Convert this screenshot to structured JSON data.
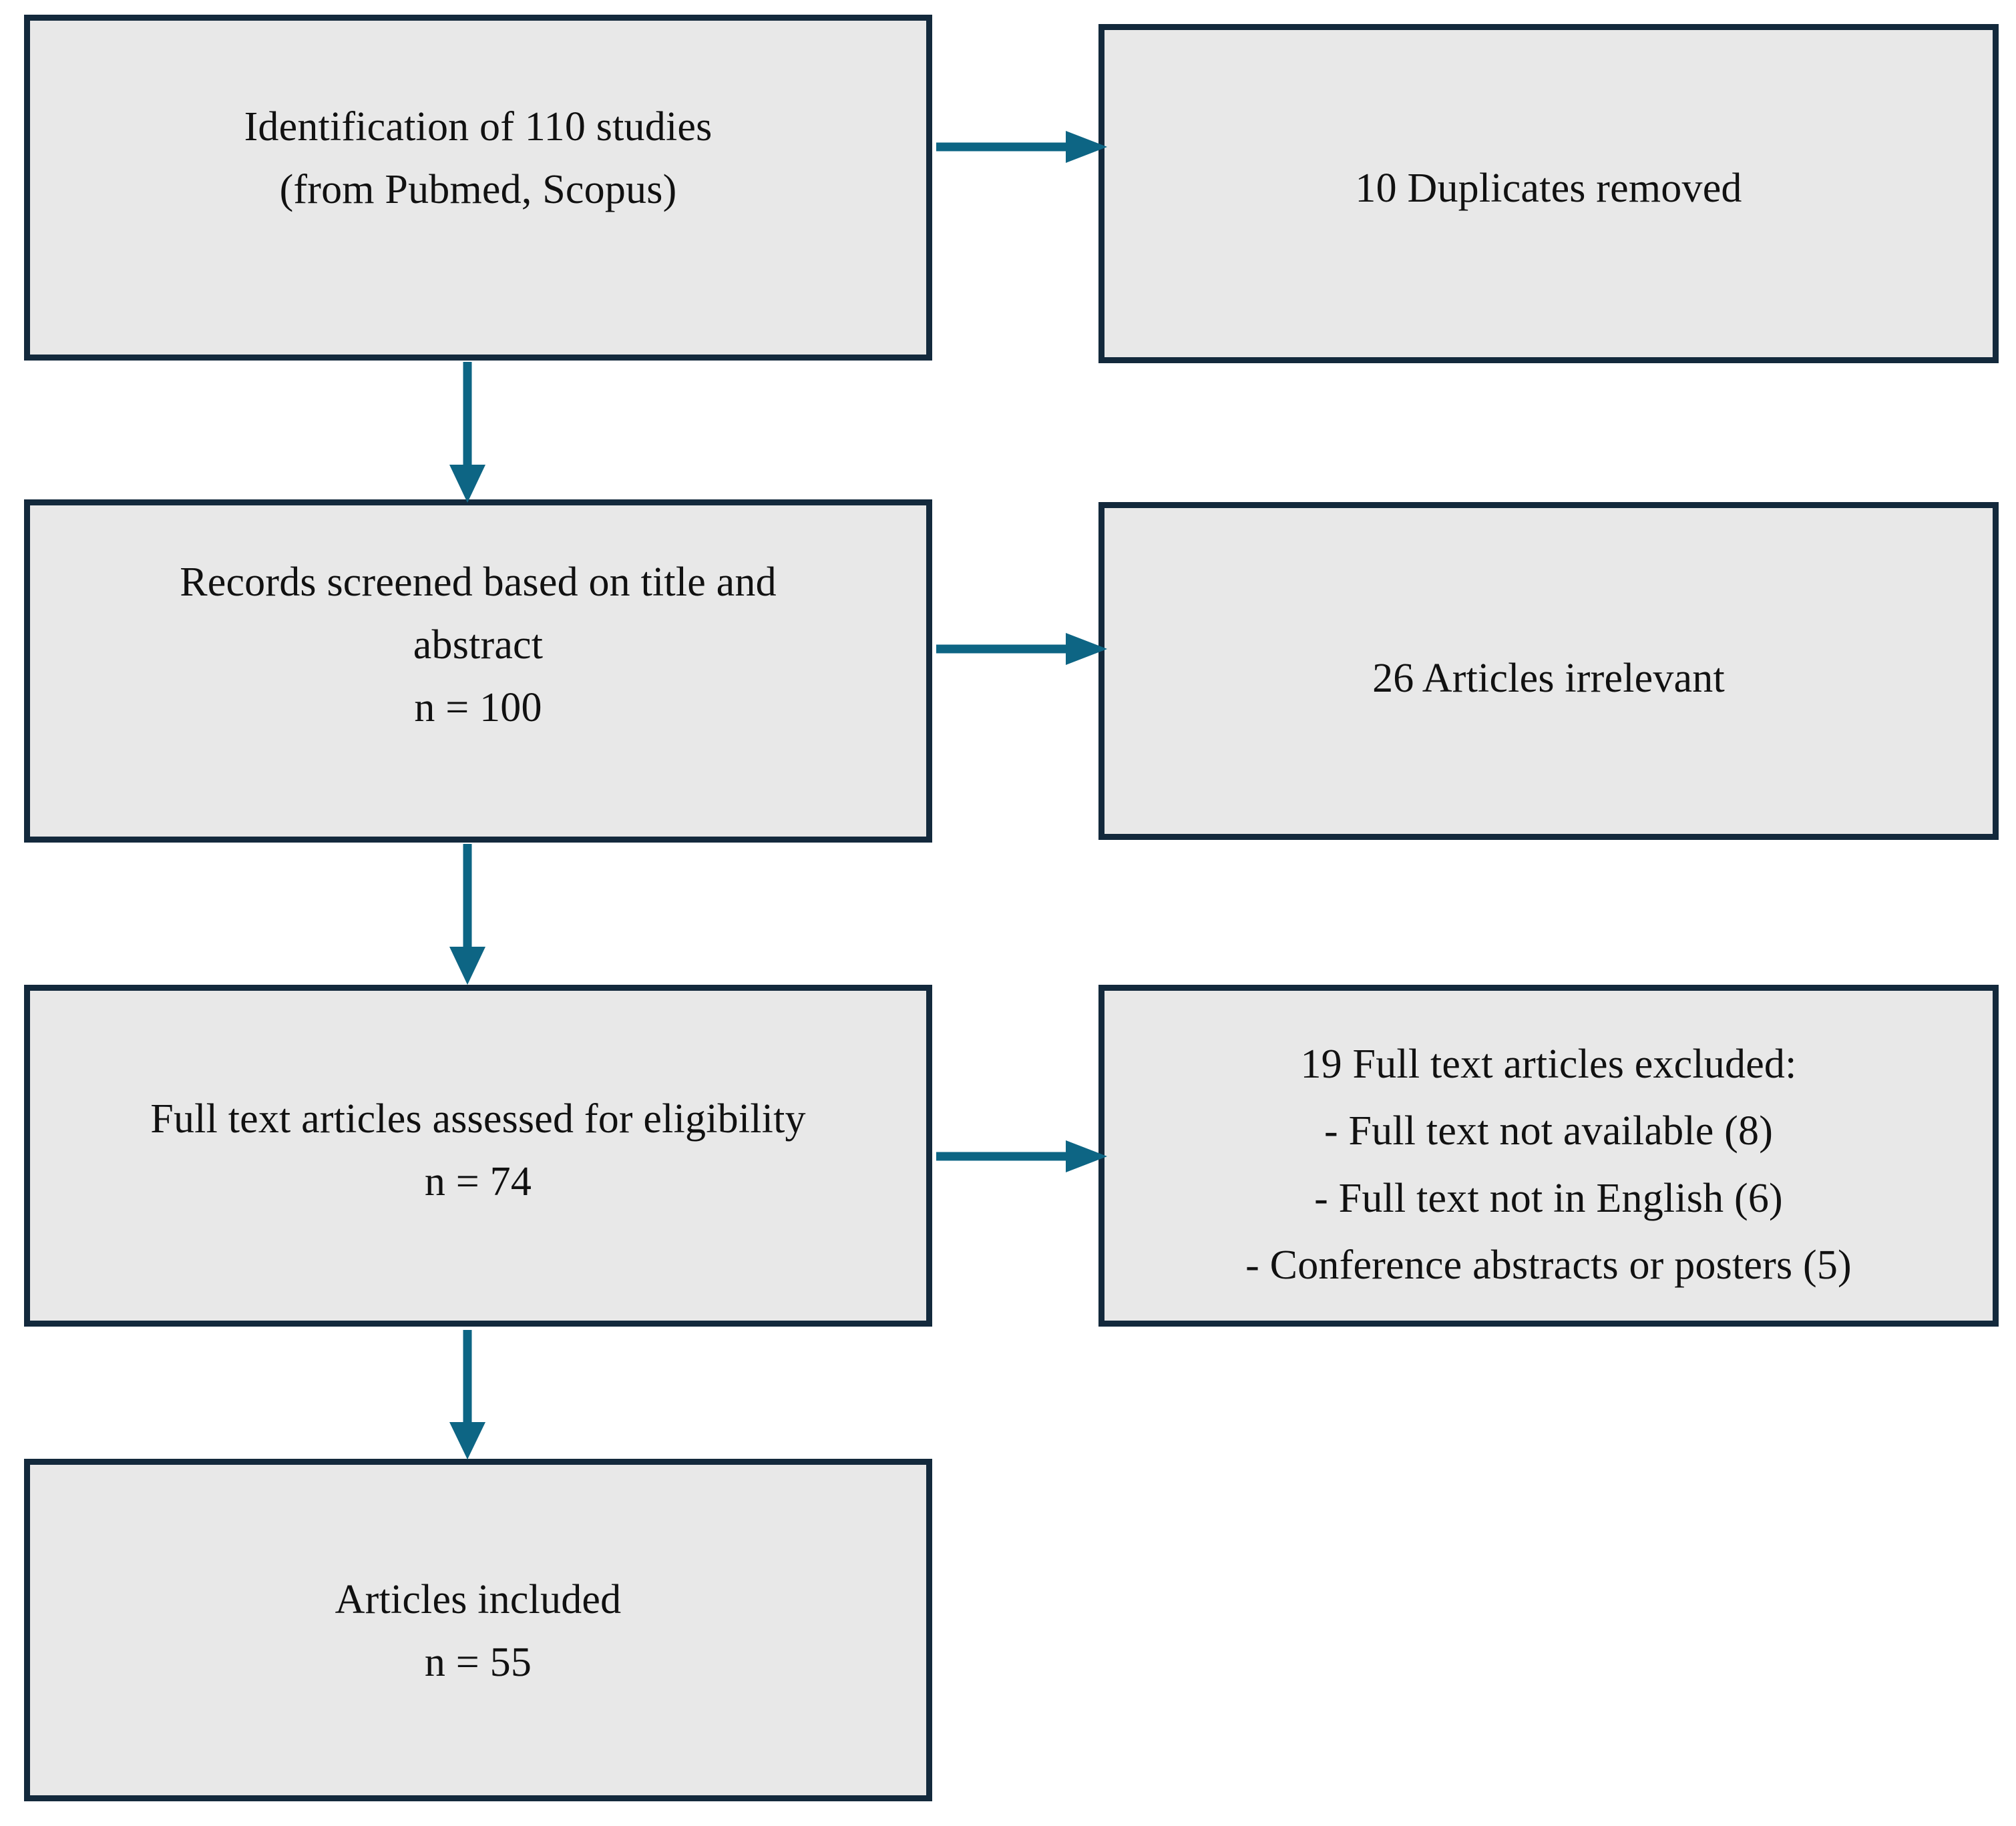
{
  "diagram": {
    "title": "PRISMA study selection flow diagram",
    "colors": {
      "box_fill": "#e8e8e8",
      "box_border": "#13293c",
      "arrow": "#0d6584",
      "text": "#111111",
      "background": "#ffffff"
    }
  },
  "nodes": {
    "identification": {
      "name": "identification",
      "lines": [
        "Identification of 110 studies",
        "(from Pubmed, Scopus)"
      ]
    },
    "duplicates": {
      "name": "duplicates-removed",
      "lines": [
        "10 Duplicates removed"
      ]
    },
    "screened": {
      "name": "records-screened",
      "lines": [
        "Records screened based on title and",
        "abstract",
        "n = 100"
      ]
    },
    "irrelevant": {
      "name": "articles-irrelevant",
      "lines": [
        "26 Articles irrelevant"
      ]
    },
    "fulltext": {
      "name": "full-text-assessed",
      "lines": [
        "Full text articles assessed for eligibility",
        "n = 74"
      ]
    },
    "excluded": {
      "name": "full-text-excluded",
      "lines": [
        "19 Full text articles excluded:",
        "- Full text not available (8)",
        "- Full text not in English (6)",
        "- Conference abstracts or posters (5)"
      ]
    },
    "included": {
      "name": "articles-included",
      "lines": [
        "Articles included",
        "n = 55"
      ]
    }
  },
  "connectors": [
    {
      "id": "identification-to-duplicates",
      "direction": "right",
      "icon": "arrow-right-icon"
    },
    {
      "id": "screened-to-irrelevant",
      "direction": "right",
      "icon": "arrow-right-icon"
    },
    {
      "id": "fulltext-to-excluded",
      "direction": "right",
      "icon": "arrow-right-icon"
    },
    {
      "id": "identification-to-screened",
      "direction": "down",
      "icon": "arrow-down-icon"
    },
    {
      "id": "screened-to-fulltext",
      "direction": "down",
      "icon": "arrow-down-icon"
    },
    {
      "id": "fulltext-to-included",
      "direction": "down",
      "icon": "arrow-down-icon"
    }
  ],
  "chart_data": {
    "type": "flowchart",
    "title": "PRISMA study selection flow diagram",
    "stages": [
      {
        "stage": "Identification",
        "label": "Identification of 110 studies (from Pubmed, Scopus)",
        "n": 110,
        "sources": [
          "Pubmed",
          "Scopus"
        ]
      },
      {
        "stage": "Duplicates removed",
        "label": "10 Duplicates removed",
        "n": 10
      },
      {
        "stage": "Screening",
        "label": "Records screened based on title and abstract",
        "n": 100
      },
      {
        "stage": "Irrelevant excluded",
        "label": "26 Articles irrelevant",
        "n": 26
      },
      {
        "stage": "Eligibility",
        "label": "Full text articles assessed for eligibility",
        "n": 74
      },
      {
        "stage": "Full text excluded",
        "label": "19 Full text articles excluded",
        "n": 19,
        "reasons": [
          {
            "reason": "Full text not available",
            "n": 8
          },
          {
            "reason": "Full text not in English",
            "n": 6
          },
          {
            "reason": "Conference abstracts or posters",
            "n": 5
          }
        ]
      },
      {
        "stage": "Included",
        "label": "Articles included",
        "n": 55
      }
    ]
  }
}
